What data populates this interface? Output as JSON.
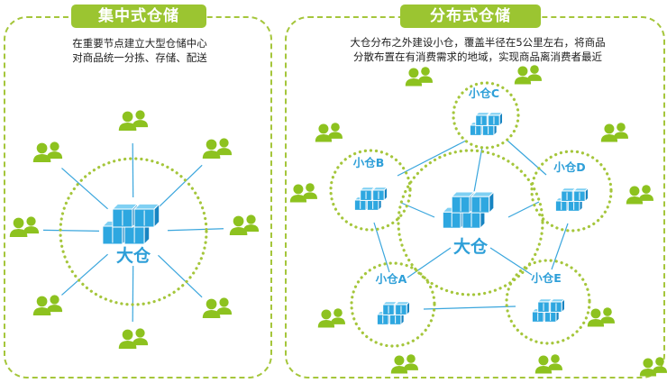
{
  "colors": {
    "accent_green": "#9bc531",
    "dotted_green": "#a5c63b",
    "person_green": "#8dc21f",
    "warehouse_blue": "#2ea7e0",
    "line_blue": "#3aa6dd"
  },
  "left": {
    "title": "集中式仓储",
    "desc_line1": "在重要节点建立大型仓储中心",
    "desc_line2": "对商品统一分拣、存储、配送",
    "center_label": "大仓",
    "center_icon": "warehouse-icon"
  },
  "right": {
    "title": "分布式仓储",
    "desc_line1": "大仓分布之外建设小仓，覆盖半径在5公里左右，将商品",
    "desc_line2": "分散布置在有消费需求的地域，实现商品离消费者最近",
    "center_label": "大仓",
    "nodes": [
      {
        "id": "a",
        "label": "小仓A"
      },
      {
        "id": "b",
        "label": "小仓B"
      },
      {
        "id": "c",
        "label": "小仓C"
      },
      {
        "id": "d",
        "label": "小仓D"
      },
      {
        "id": "e",
        "label": "小仓E"
      }
    ]
  }
}
